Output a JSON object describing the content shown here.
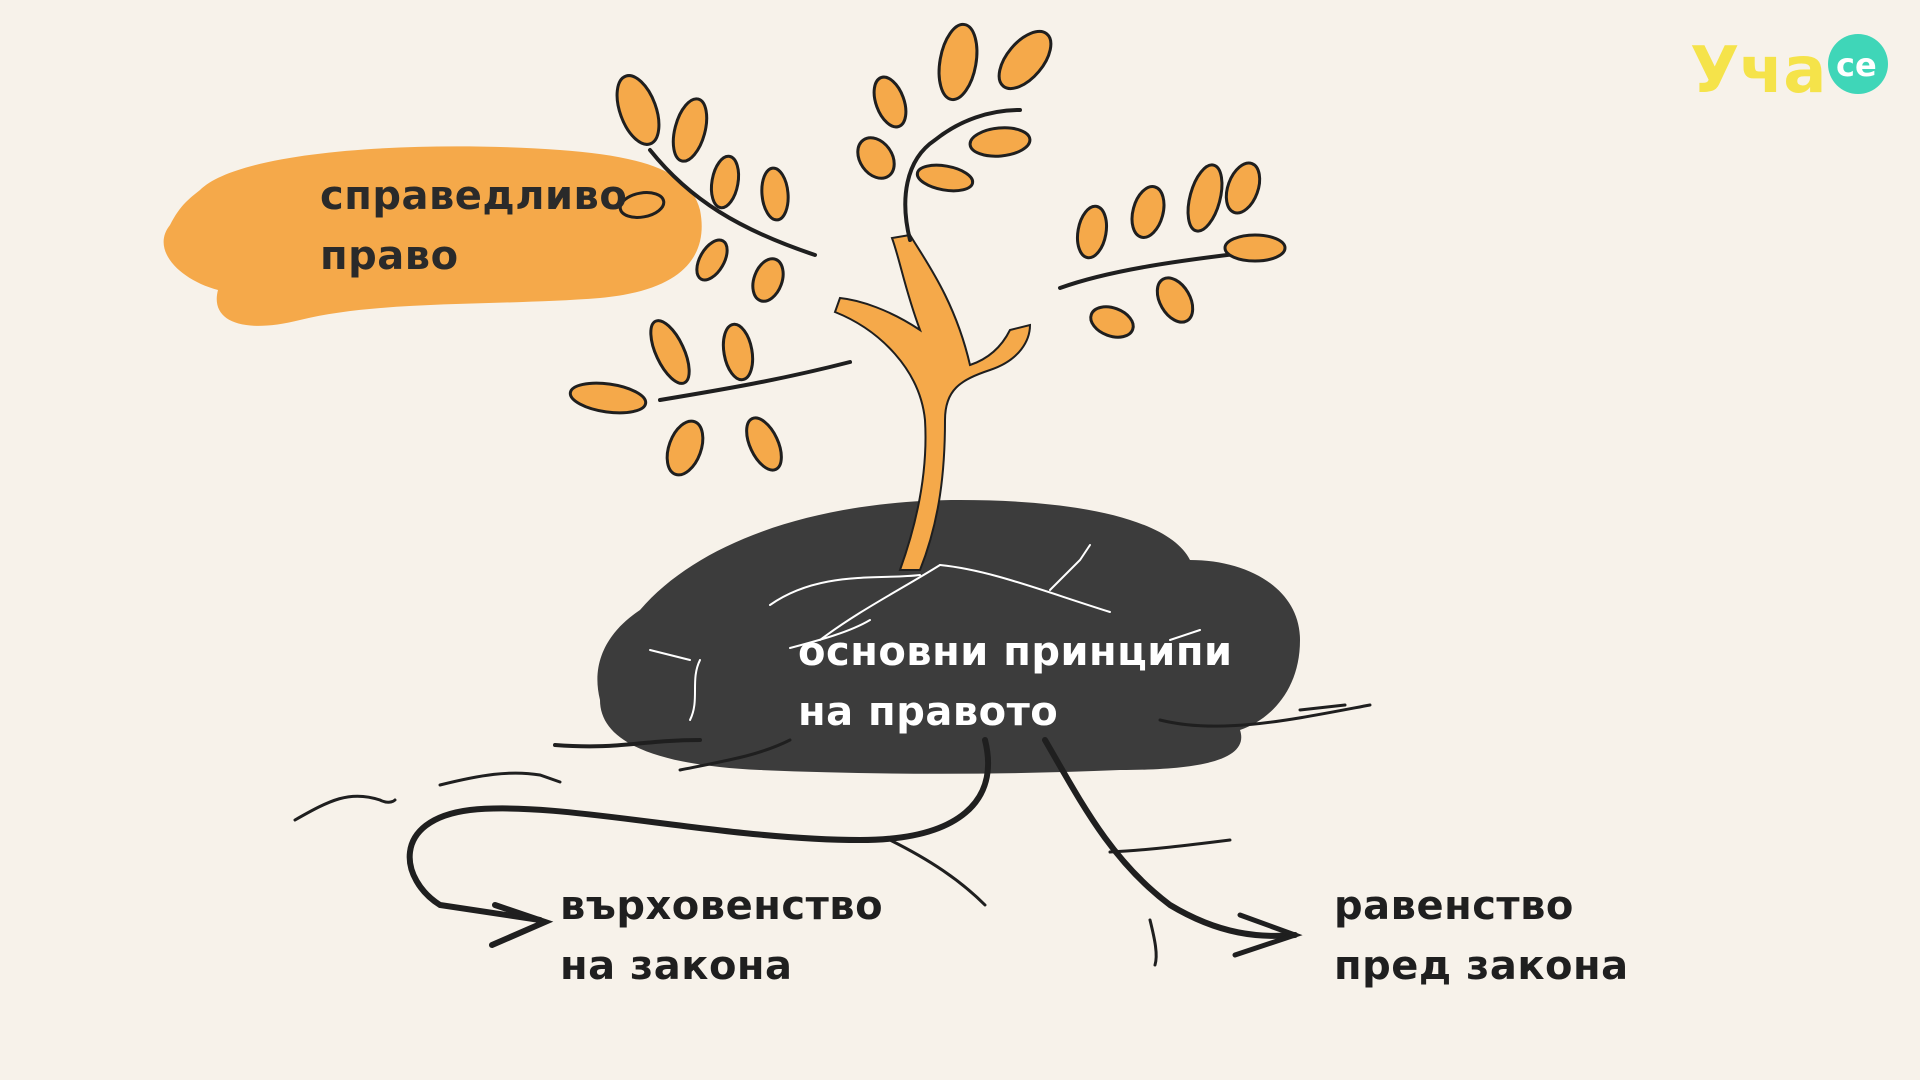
{
  "brand": {
    "logo_text": "Уча",
    "logo_badge": "се",
    "logo_color": "#f5e34a",
    "badge_color": "#3fd6b8"
  },
  "colors": {
    "background": "#f7f2ea",
    "accent_orange": "#f5a94a",
    "soil_dark": "#3c3c3c",
    "ink": "#1f1f1f"
  },
  "diagram": {
    "tree_top_label": [
      "справедливо",
      "право"
    ],
    "soil_label": [
      "основни принципи",
      "на правото"
    ],
    "left_root_label": [
      "върховенство",
      "на закона"
    ],
    "right_root_label": [
      "равенство",
      "пред закона"
    ]
  }
}
